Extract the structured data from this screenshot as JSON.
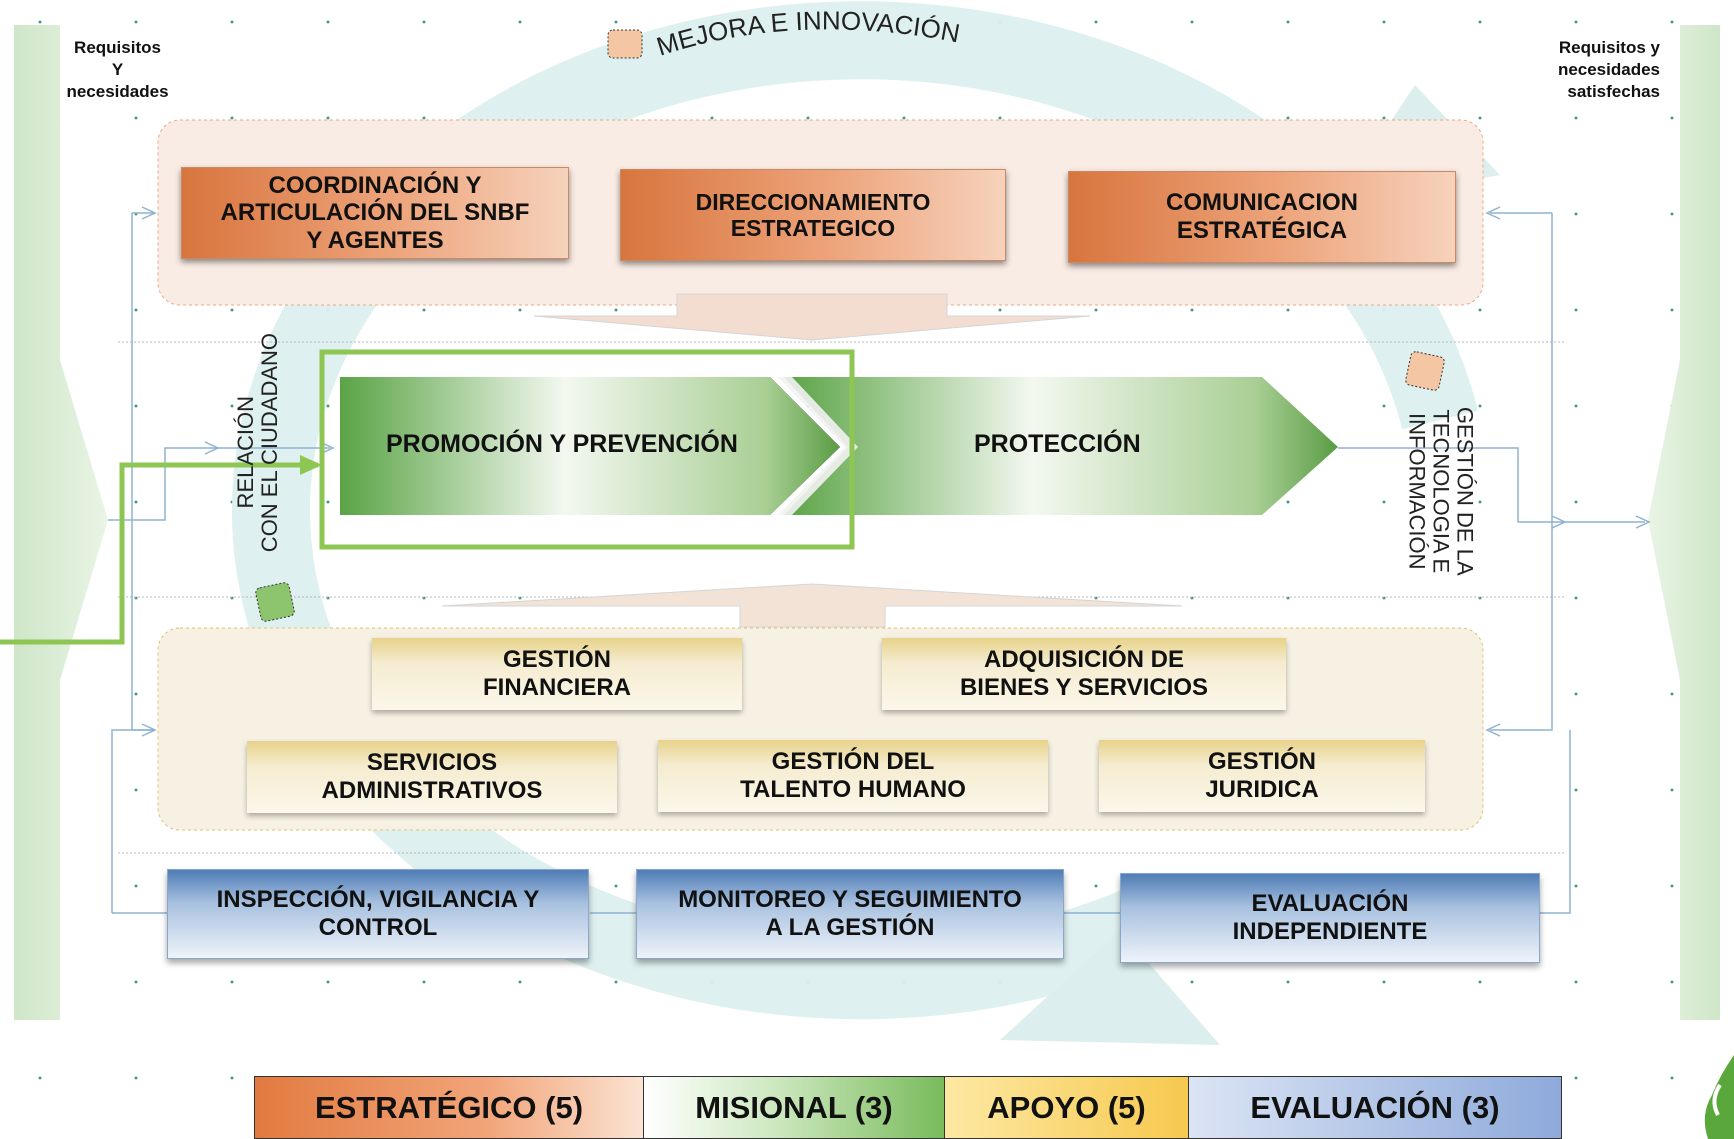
{
  "header": {
    "cycle_title": "MEJORA E INNOVACIÓN",
    "left_input": [
      "Requisitos",
      "Y",
      "necesidades"
    ],
    "right_output": [
      "Requisitos y",
      "necesidades",
      "satisfechas"
    ]
  },
  "estrategicos": [
    {
      "line1": "COORDINACIÓN Y",
      "line2": "ARTICULACIÓN DEL SNBF",
      "line3": "Y AGENTES"
    },
    {
      "line1": "DIRECCIONAMIENTO",
      "line2": "ESTRATEGICO"
    },
    {
      "line1": "COMUNICACION",
      "line2": "ESTRATÉGICA"
    }
  ],
  "misionales": {
    "first": "PROMOCIÓN Y PREVENCIÓN",
    "second": "PROTECCIÓN",
    "left_side": [
      "RELACIÓN",
      "CON EL CIUDADANO"
    ],
    "right_side": [
      "GESTIÓN DE LA",
      "TECNOLOGIA E",
      "INFORMACIÓN"
    ]
  },
  "apoyo": [
    {
      "line1": "GESTIÓN",
      "line2": "FINANCIERA"
    },
    {
      "line1": "ADQUISICIÓN  DE",
      "line2": "BIENES Y SERVICIOS"
    },
    {
      "line1": "SERVICIOS",
      "line2": "ADMINISTRATIVOS"
    },
    {
      "line1": "GESTIÓN DEL",
      "line2": "TALENTO HUMANO"
    },
    {
      "line1": "GESTIÓN",
      "line2": "JURIDICA"
    }
  ],
  "evaluacion": [
    {
      "line1": "INSPECCIÓN, VIGILANCIA Y",
      "line2": "CONTROL"
    },
    {
      "line1": "MONITOREO Y SEGUIMIENTO",
      "line2": "A LA GESTIÓN"
    },
    {
      "line1": "EVALUACIÓN",
      "line2": "INDEPENDIENTE"
    }
  ],
  "legend": {
    "estrategico": "ESTRATÉGICO (5)",
    "misional": "MISIONAL (3)",
    "apoyo": "APOYO (5)",
    "evaluacion": "EVALUACIÓN (3)"
  },
  "colors": {
    "estrategico": "#e07c44",
    "misional": "#86c06a",
    "apoyo": "#f3d36a",
    "evaluacion": "#8eaadb",
    "highlight": "#8dc653"
  }
}
